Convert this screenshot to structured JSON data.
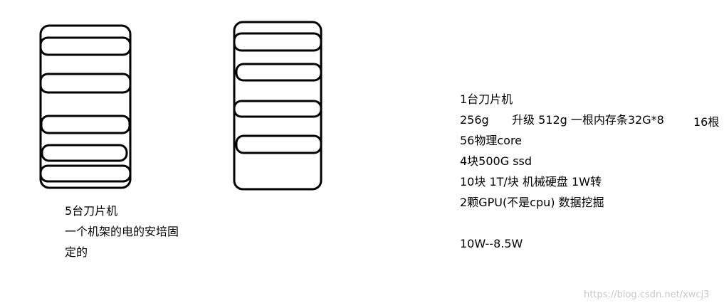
{
  "left_note": {
    "lines": [
      "5台刀片机",
      "一个机架的电的安培固",
      "定的"
    ]
  },
  "right_note": {
    "lines": [
      "1台刀片机",
      "256g",
      "升级 512g  一根内存条32G*8",
      "56物理core",
      "4块500G ssd",
      "10块 1T/块 机械硬盘 1W转",
      "2颗GPU(不是cpu) 数据挖掘",
      "10W--8.5W"
    ],
    "aside": "16根"
  },
  "watermark": "https://blog.csdn.net/xwcj3",
  "colors": {
    "ink": "#000000",
    "paper": "#ffffff",
    "watermark": "#c8c8c8"
  }
}
